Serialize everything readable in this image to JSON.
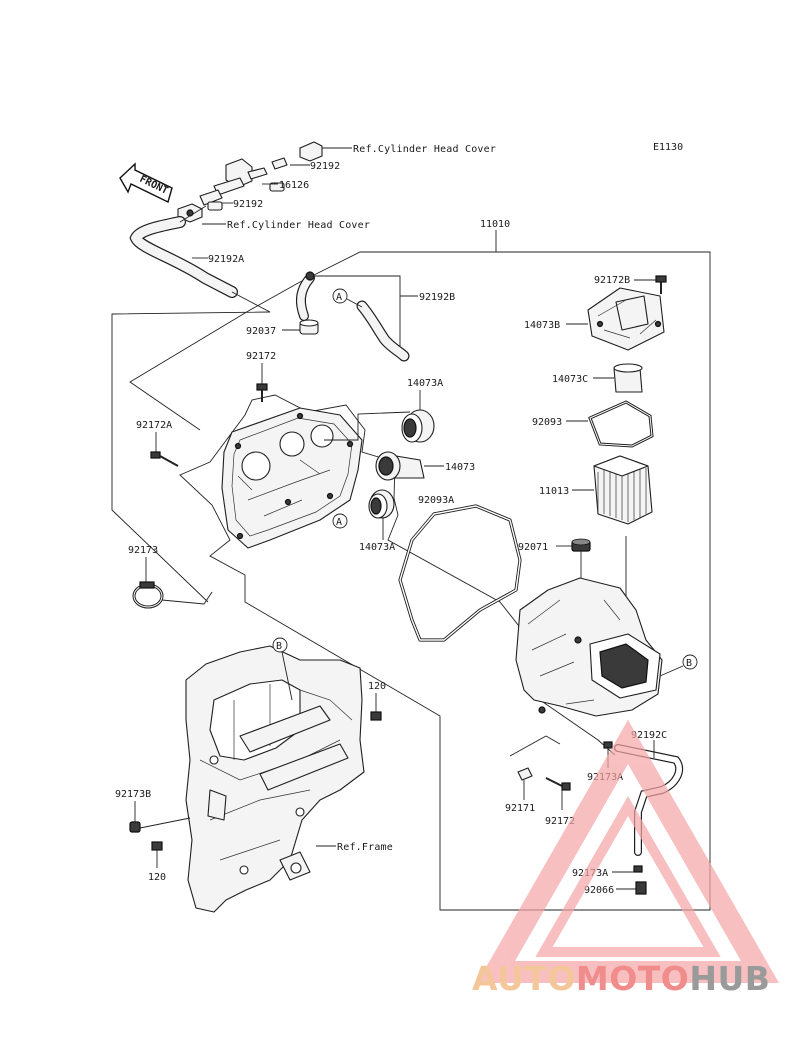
{
  "diagram": {
    "code": "E1130",
    "front_label": "FRONT",
    "labels": {
      "ref_head_cover_1": "Ref.Cylinder Head Cover",
      "ref_head_cover_2": "Ref.Cylinder Head Cover",
      "ref_frame": "Ref.Frame",
      "p92192_a": "92192",
      "p92192_b": "92192",
      "p16126": "16126",
      "p92192A": "92192A",
      "p11010": "11010",
      "p92192B": "92192B",
      "p92037": "92037",
      "p92172_top": "92172",
      "p14073A_top": "14073A",
      "p14073": "14073",
      "p14073A_bottom": "14073A",
      "p92172A": "92172A",
      "p92093A": "92093A",
      "p92173": "92173",
      "p92172B": "92172B",
      "p14073B": "14073B",
      "p14073C": "14073C",
      "p92093": "92093",
      "p11013": "11013",
      "p92071": "92071",
      "p120_top": "120",
      "p120_bottom": "120",
      "p92173B": "92173B",
      "p92192C": "92192C",
      "p92173A_top": "92173A",
      "p92171": "92171",
      "p92172_bottom": "92172",
      "p92173A_bottom": "92173A",
      "p92066": "92066"
    },
    "callouts": {
      "a1": "A",
      "a2": "A",
      "b1": "B",
      "b2": "B"
    }
  },
  "watermark": {
    "part1": "AUTO",
    "part2": "MOTO",
    "part3": "HUB",
    "colors": {
      "auto": "#f4c79a",
      "moto": "#f08c8c",
      "hub": "#9a9a9a",
      "triangle": "#f5a5a5"
    }
  }
}
